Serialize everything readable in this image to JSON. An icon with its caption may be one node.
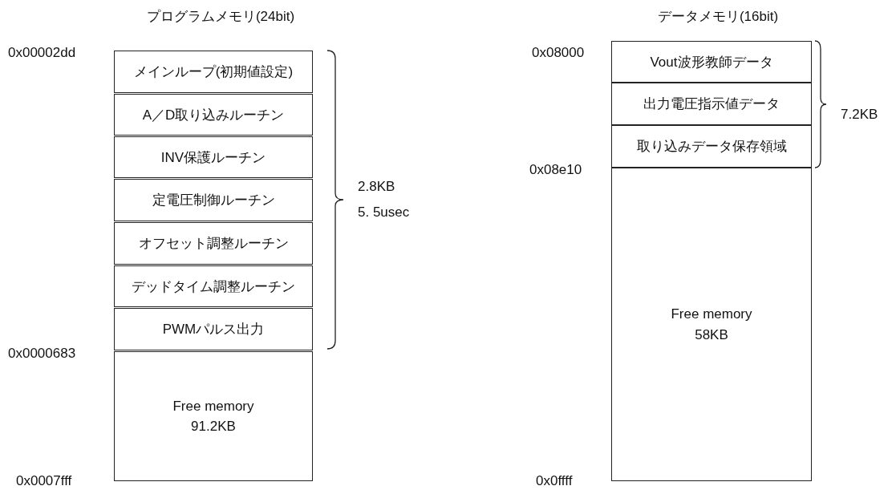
{
  "diagram": {
    "nodes": [
      {
        "text": [
          "メインループ(初期値設定)"
        ]
      },
      {
        "text": [
          "A／D取り込みルーチン"
        ]
      },
      {
        "text": [
          "INV保護ルーチン"
        ]
      },
      {
        "text": [
          "定電圧制御ルーチン"
        ]
      },
      {
        "text": [
          "オフセット調整ルーチン"
        ]
      },
      {
        "text": [
          "デッドタイム調整ルーチン"
        ]
      },
      {
        "text": [
          "PWMパルス出力"
        ]
      },
      {
        "text": [
          "Free memory 91.2KB"
        ]
      },
      {
        "text": [
          "Vout波形教師データ"
        ]
      },
      {
        "text": [
          "出力電圧指示値データ"
        ]
      },
      {
        "text": [
          "取り込みデータ保存領域"
        ]
      },
      {
        "text": [
          "Free memory 58KB"
        ]
      }
    ],
    "labels": [
      "プログラムメモリ(24bit)",
      "データメモリ(16bit)",
      "0x00002dd",
      "0x08000",
      "7.2KB",
      "0x08e10",
      "2.8KB",
      "5. 5usec",
      "0x0000683",
      "0x0007fff",
      "0x0ffff"
    ]
  }
}
